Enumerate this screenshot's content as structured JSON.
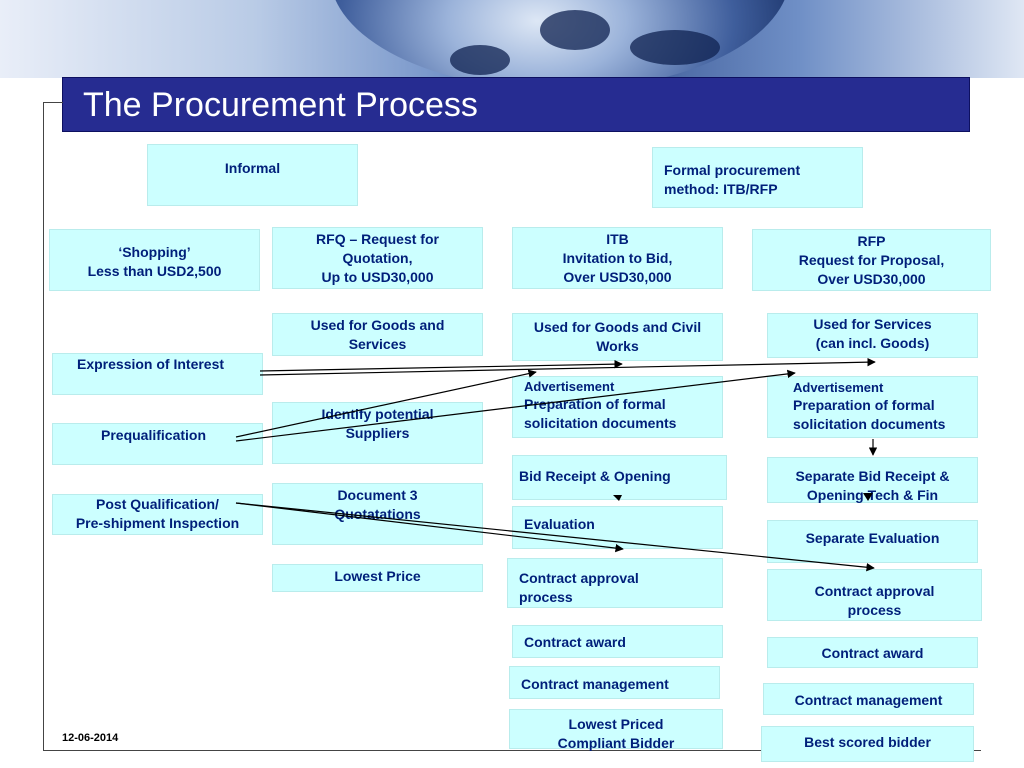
{
  "slide": {
    "title": "The Procurement Process",
    "date": "12-06-2014"
  },
  "informal": {
    "header": "Informal",
    "shopping": "‘Shopping’\nLess than USD2,500",
    "expression": "Expression of Interest",
    "prequal": "Prequalification",
    "postqual": "Post Qualification/\nPre-shipment Inspection"
  },
  "rfq": {
    "header": "RFQ – Request for\nQuotation,\nUp to USD30,000",
    "use": "Used for Goods and\nServices",
    "identify": "Identify potential\nSuppliers",
    "quotes": "Document 3\nQuotatations",
    "lowest": "Lowest Price"
  },
  "itb": {
    "formal": "Formal procurement\nmethod: ITB/RFP",
    "header": "ITB\nInvitation to Bid,\nOver USD30,000",
    "use": "Used for Goods and Civil\nWorks",
    "advert_small": "Advertisement",
    "advert": "Preparation of formal\nsolicitation documents",
    "bid": "Bid Receipt & Opening",
    "evaluation": "Evaluation",
    "approval": "Contract approval\nprocess",
    "award": "Contract award",
    "management": "Contract management",
    "result": "Lowest Priced\nCompliant Bidder"
  },
  "rfp": {
    "header": "RFP\nRequest for Proposal,\nOver USD30,000",
    "use": "Used for Services\n(can incl. Goods)",
    "advert_small": "Advertisement",
    "advert": "Preparation of formal\nsolicitation documents",
    "bid": "Separate Bid Receipt &\nOpening Tech & Fin",
    "evaluation": "Separate Evaluation",
    "approval": "Contract approval\nprocess",
    "award": "Contract award",
    "management": "Contract management",
    "result": "Best scored bidder"
  },
  "colors": {
    "box_fill": "#ccffff",
    "box_text": "#001f7a",
    "title_bar": "#262c91"
  }
}
